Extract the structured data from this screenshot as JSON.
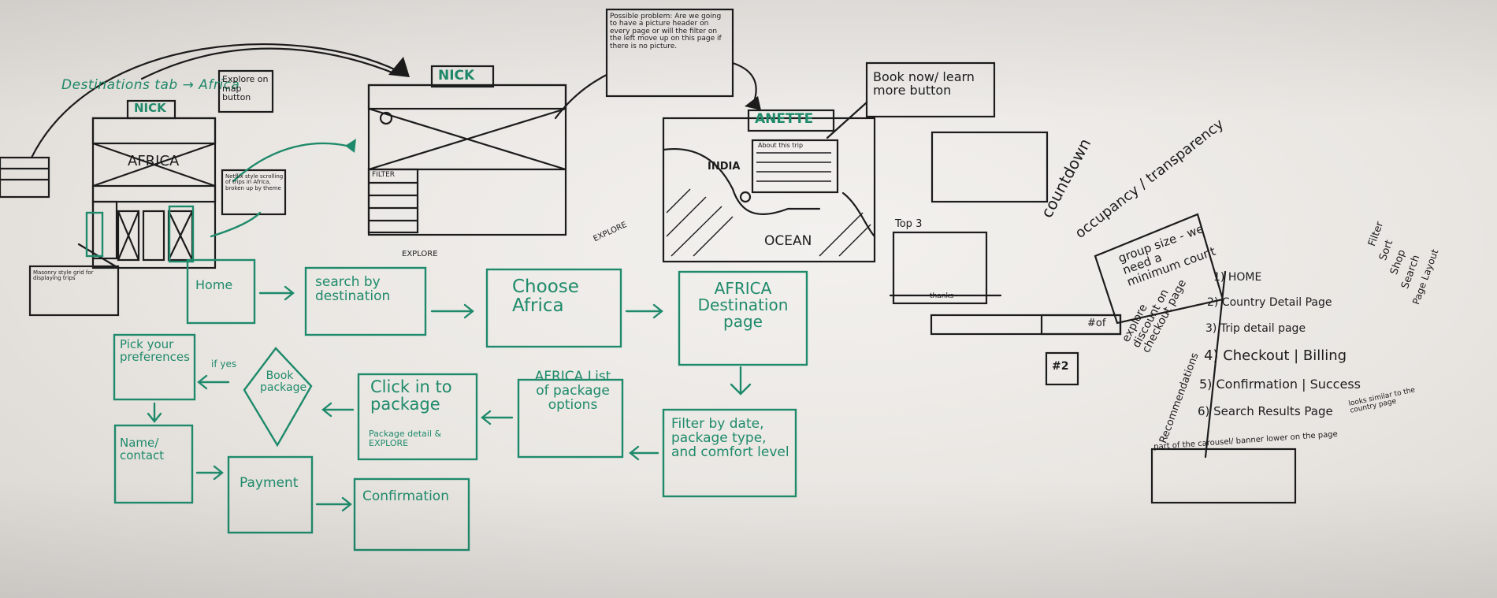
{
  "wireframes": {
    "left_annotation_top": "Destinations tab → Africa",
    "nick_label": "NICK",
    "africa_hero": "AFRICA",
    "explore_map_note": "Explore on map button",
    "netflix_note": "Netflix style scrolling of trips in Africa, broken up by theme",
    "masonry_note": "Masonry style grid for displaying trips",
    "nick_label_2": "NICK",
    "filter_label": "FILTER",
    "anette_label": "ANETTE",
    "possible_problem": "Possible problem: Are we going to have a picture header on every page or will the filter on the left move up on this page if there is no picture.",
    "book_now_note": "Book now/ learn more button",
    "map_india": "INDIA",
    "map_ocean": "OCEAN",
    "about_trip": "About this trip",
    "top3": "Top 3",
    "top3_footer": "thanks",
    "count_mark": "#2",
    "count_label": "#of"
  },
  "flow": {
    "home": "Home",
    "search": "search by destination",
    "explore1": "EXPLORE",
    "choose": "Choose Africa",
    "explore2": "EXPLORE",
    "africa_page": "AFRICA Destination page",
    "filter": "Filter by date, package type, and comfort level",
    "package_list": "AFRICA List of package options",
    "click_in": "Click in to package",
    "package_detail": "Package detail & EXPLORE",
    "book_package": "Book package",
    "if_yes": "if yes",
    "pick_prefs": "Pick your preferences",
    "name_contact": "Name/ contact",
    "payment": "Payment",
    "confirmation": "Confirmation"
  },
  "notes": {
    "countdown": "countdown",
    "occupancy": "occupancy / transparency",
    "group_size": "group size - we need a minimum count",
    "explore_discount": "explore discount on checkout page",
    "recommendations": "Recommendations"
  },
  "pages_list": {
    "items": [
      "1) HOME",
      "2) Country Detail Page",
      "3) Trip detail page",
      "4) Checkout | Billing",
      "5) Confirmation | Success",
      "6) Search Results Page"
    ],
    "search_note": "looks similar to the country page",
    "carousel_note": "part of the carousel/ banner lower on the page",
    "right_words": [
      "Filter",
      "Sort",
      "Shop",
      "Search",
      "Page Layout"
    ]
  }
}
